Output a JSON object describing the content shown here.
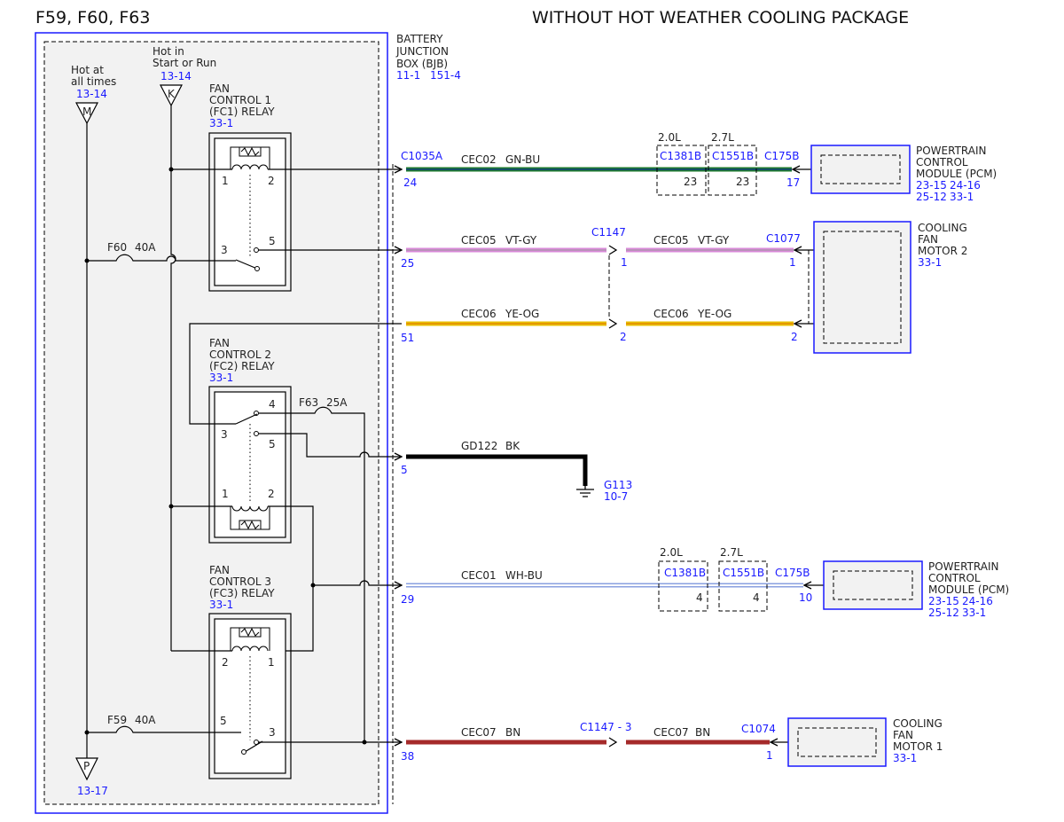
{
  "header": {
    "fuses": "F59, F60, F63",
    "title": "WITHOUT HOT WEATHER COOLING PACKAGE"
  },
  "colors": {
    "module_border": "#1a1aff",
    "ref_text": "#1a1aff",
    "wire_gn_bu_a": "#1e7a2e",
    "wire_gn_bu_b": "#1a5fb4",
    "wire_vt_gy": "#d98ad9",
    "wire_ye_og": "#e8c000",
    "wire_bk": "#000000",
    "wire_wh_bu": "#8aa0e0",
    "wire_bn": "#a52a2a",
    "panel_fill": "#f2f2f2"
  },
  "bjb": {
    "line1": "BATTERY",
    "line2": "JUNCTION",
    "line3": "BOX (BJB)",
    "ref1": "11-1",
    "ref2": "151-4"
  },
  "feeds": {
    "hot_always": {
      "line1": "Hot at",
      "line2": "all times",
      "ref": "13-14",
      "letter": "M"
    },
    "hot_run": {
      "line1": "Hot in",
      "line2": "Start or Run",
      "ref": "13-14",
      "letter": "K"
    },
    "ground_feed": {
      "letter": "P",
      "ref": "13-17"
    }
  },
  "fuses": {
    "f60": {
      "name": "F60",
      "rating": "40A"
    },
    "f59": {
      "name": "F59",
      "rating": "40A"
    },
    "f63": {
      "name": "F63",
      "rating": "25A"
    }
  },
  "relays": {
    "fc1": {
      "line1": "FAN",
      "line2": "CONTROL 1",
      "line3": "(FC1) RELAY",
      "ref": "33-1",
      "p1": "1",
      "p2": "2",
      "p3": "3",
      "p5": "5"
    },
    "fc2": {
      "line1": "FAN",
      "line2": "CONTROL 2",
      "line3": "(FC2) RELAY",
      "ref": "33-1",
      "p1": "1",
      "p2": "2",
      "p3": "3",
      "p4": "4",
      "p5": "5"
    },
    "fc3": {
      "line1": "FAN",
      "line2": "CONTROL 3",
      "line3": "(FC3) RELAY",
      "ref": "33-1",
      "p1": "1",
      "p2": "2",
      "p3": "3",
      "p5": "5"
    }
  },
  "circuits": {
    "cec02": {
      "circuit": "CEC02",
      "color": "GN-BU",
      "bjb_conn": "C1035A",
      "bjb_pin": "24",
      "eng1": "2.0L",
      "eng2": "2.7L",
      "c1": "C1381B",
      "c1pin": "23",
      "c2": "C1551B",
      "c2pin": "23",
      "end_conn": "C175B",
      "end_pin": "17"
    },
    "cec05": {
      "circuit_a": "CEC05",
      "color_a": "VT-GY",
      "circuit_b": "CEC05",
      "color_b": "VT-GY",
      "bjb_pin": "25",
      "inline": "C1147",
      "inline_pin": "1",
      "end_conn": "C1077",
      "end_pin": "1"
    },
    "cec06": {
      "circuit_a": "CEC06",
      "color_a": "YE-OG",
      "circuit_b": "CEC06",
      "color_b": "YE-OG",
      "bjb_pin": "51",
      "inline_pin": "2",
      "end_pin": "2"
    },
    "gd122": {
      "circuit": "GD122",
      "color": "BK",
      "bjb_pin": "5",
      "ground": "G113",
      "ground_ref": "10-7"
    },
    "cec01": {
      "circuit": "CEC01",
      "color": "WH-BU",
      "bjb_pin": "29",
      "eng1": "2.0L",
      "eng2": "2.7L",
      "c1": "C1381B",
      "c1pin": "4",
      "c2": "C1551B",
      "c2pin": "4",
      "end_conn": "C175B",
      "end_pin": "10"
    },
    "cec07": {
      "circuit_a": "CEC07",
      "color_a": "BN",
      "circuit_b": "CEC07",
      "color_b": "BN",
      "bjb_pin": "38",
      "inline": "C1147 - 3",
      "end_conn": "C1074",
      "end_pin": "1"
    }
  },
  "modules": {
    "pcm_top": {
      "line1": "POWERTRAIN",
      "line2": "CONTROL",
      "line3": "MODULE (PCM)",
      "ref1": "23-15",
      "ref2": "24-16",
      "ref3": "25-12",
      "ref4": "33-1"
    },
    "fan2": {
      "line1": "COOLING",
      "line2": "FAN",
      "line3": "MOTOR 2",
      "ref": "33-1"
    },
    "pcm_bottom": {
      "line1": "POWERTRAIN",
      "line2": "CONTROL",
      "line3": "MODULE (PCM)",
      "ref1": "23-15",
      "ref2": "24-16",
      "ref3": "25-12",
      "ref4": "33-1"
    },
    "fan1": {
      "line1": "COOLING",
      "line2": "FAN",
      "line3": "MOTOR 1",
      "ref": "33-1"
    }
  }
}
